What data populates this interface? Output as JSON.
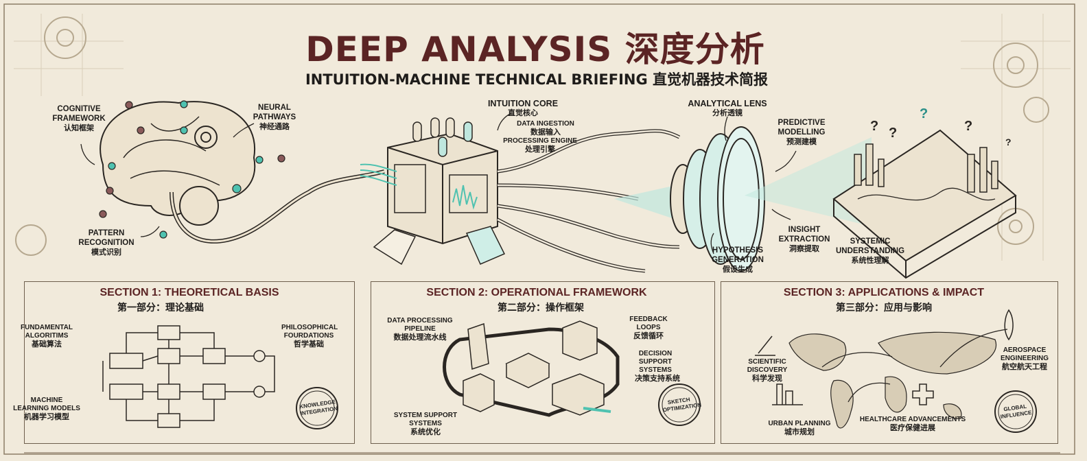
{
  "header": {
    "title": "DEEP ANALYSIS 深度分析",
    "subtitle": "INTUITION-MACHINE TECHNICAL BRIEFING 直觉机器技术简报"
  },
  "hero": {
    "cognitive_framework": {
      "en": "COGNITIVE FRAMEWORK",
      "zh": "认知框架"
    },
    "neural_pathways": {
      "en": "NEURAL PATHWAYS",
      "zh": "神经通路"
    },
    "pattern_recognition": {
      "en": "PATTERN RECOGNITION",
      "zh": "模式识别"
    },
    "intuition_core": {
      "en": "INTUITION CORE",
      "zh": "直觉核心"
    },
    "data_ingestion": {
      "en": "DATA INGESTION",
      "zh": "数据输入"
    },
    "processing_engine": {
      "en": "PROCESSING ENGINE",
      "zh": "处理引擎"
    },
    "analytical_lens": {
      "en": "ANALYTICAL LENS",
      "zh": "分析透镜"
    },
    "predictive_modelling": {
      "en": "PREDICTIVE MODELLING",
      "zh": "预测建模"
    },
    "insight_extraction": {
      "en": "INSIGHT EXTRACTION",
      "zh": "洞察提取"
    },
    "hypothesis_generation": {
      "en": "HYPOTHESIS GENERATION",
      "zh": "假设生成"
    },
    "systemic_understanding": {
      "en": "SYSTEMIC UNDERSTANDING",
      "zh": "系统性理解"
    }
  },
  "sections": [
    {
      "title": "SECTION 1: THEORETICAL BASIS",
      "subtitle": "第一部分：理论基础",
      "labels": {
        "fundamental_algorithms": {
          "en": "FUNDAMENTAL ALGORITIMS",
          "zh": "基础算法"
        },
        "philosophical_foundations": {
          "en": "PHILOSOPHICAL FOURDATIONS",
          "zh": "哲学基础"
        },
        "machine_learning_models": {
          "en": "MACHINE LEARNING MODELS",
          "zh": "机器学习模型"
        }
      },
      "stamp": "KNOWLEDGE INTEGRATION"
    },
    {
      "title": "SECTION 2: OPERATIONAL FRAMEWORK",
      "subtitle": "第二部分：操作框架",
      "labels": {
        "data_processing_pipeline": {
          "en": "DATA PROCESSING PIPELINE",
          "zh": "数据处理流水线"
        },
        "feedback_loops": {
          "en": "FEEDBACK LOOPS",
          "zh": "反馈循环"
        },
        "decision_support_systems": {
          "en": "DECISION SUPPORT SYSTEMS",
          "zh": "决策支持系统"
        },
        "system_support_systems": {
          "en": "SYSTEM SUPPORT SYSTEMS",
          "zh": "系统优化"
        }
      },
      "stamp": "SKETCH OPTIMIZATION"
    },
    {
      "title": "SECTION 3: APPLICATIONS & IMPACT",
      "subtitle": "第三部分：应用与影响",
      "labels": {
        "scientific_discovery": {
          "en": "SCIENTIFIC DISCOVERY",
          "zh": "科学发现"
        },
        "urban_planning": {
          "en": "URBAN PLANNING",
          "zh": "城市规划"
        },
        "healthcare_advancements": {
          "en": "HEALTHCARE ADVANCEMENTS",
          "zh": "医疗保健进展"
        },
        "aerospace_engineering": {
          "en": "AEROSPACE ENGINEERING",
          "zh": "航空航天工程"
        }
      },
      "stamp": "GLOBAL INFLUENCE"
    }
  ],
  "colors": {
    "paper": "#f1eadb",
    "ink": "#1e1c1a",
    "title": "#5b2424",
    "teal": "#4fc2b0",
    "node_red": "#8a5a5a"
  }
}
